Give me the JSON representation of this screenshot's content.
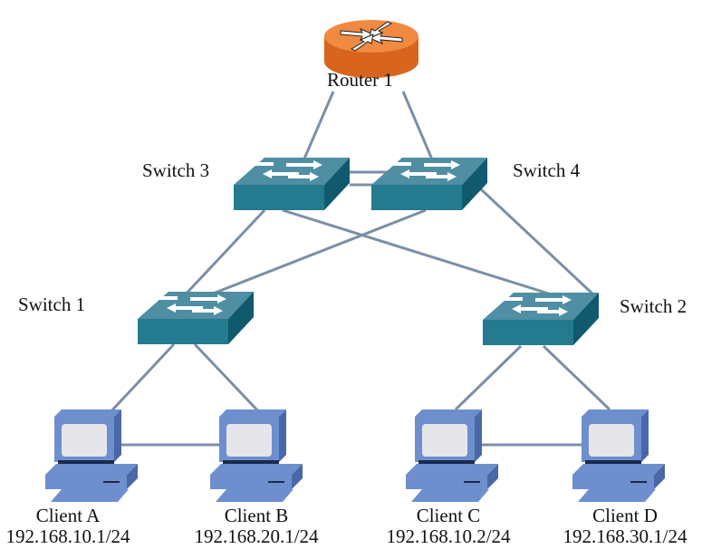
{
  "title": "Network topology",
  "colors": {
    "link": "#7b8fa6",
    "switch_top": "#4f8ea3",
    "switch_front": "#247a8e",
    "switch_side": "#0f5a6c",
    "router_top": "#f08a40",
    "router_side": "#d9641e",
    "pc_body": "#6e8fce",
    "pc_dark": "#4a68a8",
    "pc_screen": "#e6e6ea"
  },
  "devices": {
    "router1": {
      "type": "router",
      "label": "Router 1"
    },
    "switch3": {
      "type": "switch",
      "label": "Switch 3"
    },
    "switch4": {
      "type": "switch",
      "label": "Switch 4"
    },
    "switch1": {
      "type": "switch",
      "label": "Switch 1"
    },
    "switch2": {
      "type": "switch",
      "label": "Switch 2"
    },
    "clientA": {
      "type": "pc",
      "label": "Client A",
      "ip": "192.168.10.1/24"
    },
    "clientB": {
      "type": "pc",
      "label": "Client B",
      "ip": "192.168.20.1/24"
    },
    "clientC": {
      "type": "pc",
      "label": "Client C",
      "ip": "192.168.10.2/24"
    },
    "clientD": {
      "type": "pc",
      "label": "Client D",
      "ip": "192.168.30.1/24"
    }
  },
  "links": [
    [
      "router1",
      "switch3"
    ],
    [
      "router1",
      "switch4"
    ],
    [
      "switch3",
      "switch4"
    ],
    [
      "switch3",
      "switch1"
    ],
    [
      "switch3",
      "switch2"
    ],
    [
      "switch4",
      "switch1"
    ],
    [
      "switch4",
      "switch2"
    ],
    [
      "switch1",
      "clientA"
    ],
    [
      "switch1",
      "clientB"
    ],
    [
      "switch2",
      "clientC"
    ],
    [
      "switch2",
      "clientD"
    ],
    [
      "clientA",
      "clientB"
    ],
    [
      "clientC",
      "clientD"
    ]
  ]
}
